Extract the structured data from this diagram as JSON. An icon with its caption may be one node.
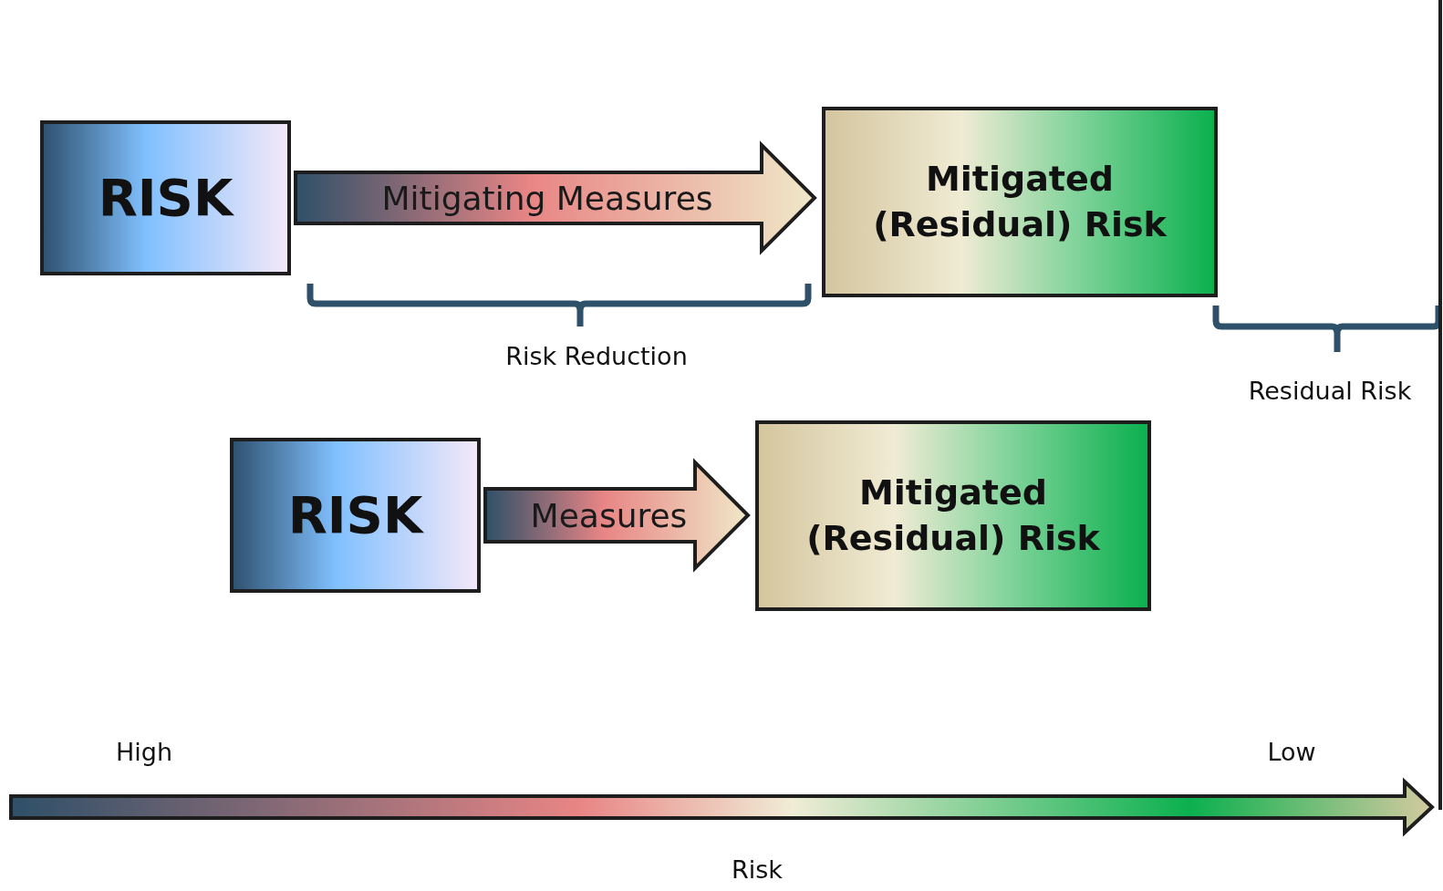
{
  "diagram": {
    "nodes": [
      {
        "text": [
          "RISK"
        ]
      },
      {
        "text": [
          "Mitigated (Residual) Risk"
        ]
      },
      {
        "text": [
          "RISK"
        ]
      },
      {
        "text": [
          "Mitigated (Residual) Risk"
        ]
      }
    ],
    "edges": [
      {
        "from": 0,
        "to": 1,
        "arrow": "to",
        "label": "Mitigating Measures",
        "style": "thick"
      },
      {
        "from": 2,
        "to": 3,
        "arrow": "to",
        "label": "Measures",
        "style": "thick"
      }
    ],
    "labels": [
      "Risk Reduction",
      "Residual Risk",
      "High",
      "Low",
      "Risk"
    ]
  }
}
